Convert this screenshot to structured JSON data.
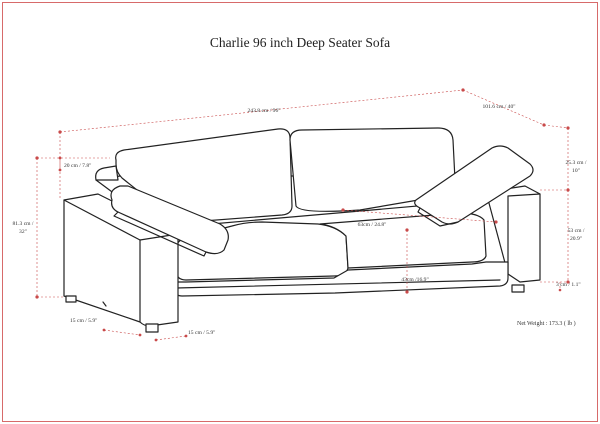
{
  "title": "Charlie 96 inch Deep Seater Sofa",
  "colors": {
    "border": "#d76a6a",
    "dimension": "#c94a4a",
    "sofa_line": "#222222",
    "text": "#333333"
  },
  "dimensions": {
    "width": "243.8 cm / 96\"",
    "depth": "101.6 cm / 40\"",
    "back_cushion_thickness": "20 cm / 7.8\"",
    "overall_height_cm": "81.3 cm /",
    "overall_height_in": "32\"",
    "back_height_cm": "25.3 cm /",
    "back_height_in": "10\"",
    "arm_height_cm": "53 cm /",
    "arm_height_in": "20.9\"",
    "seat_depth": "63cm / 24.8\"",
    "seat_height": "43cm /16.9\"",
    "leg_height": "3 cm / 1.1\"",
    "leg_inset": "15 cm / 5.9\"",
    "leg_spacing": "15 cm / 5.9\""
  },
  "net_weight": "Net Weight : 173.3 ( lb )"
}
